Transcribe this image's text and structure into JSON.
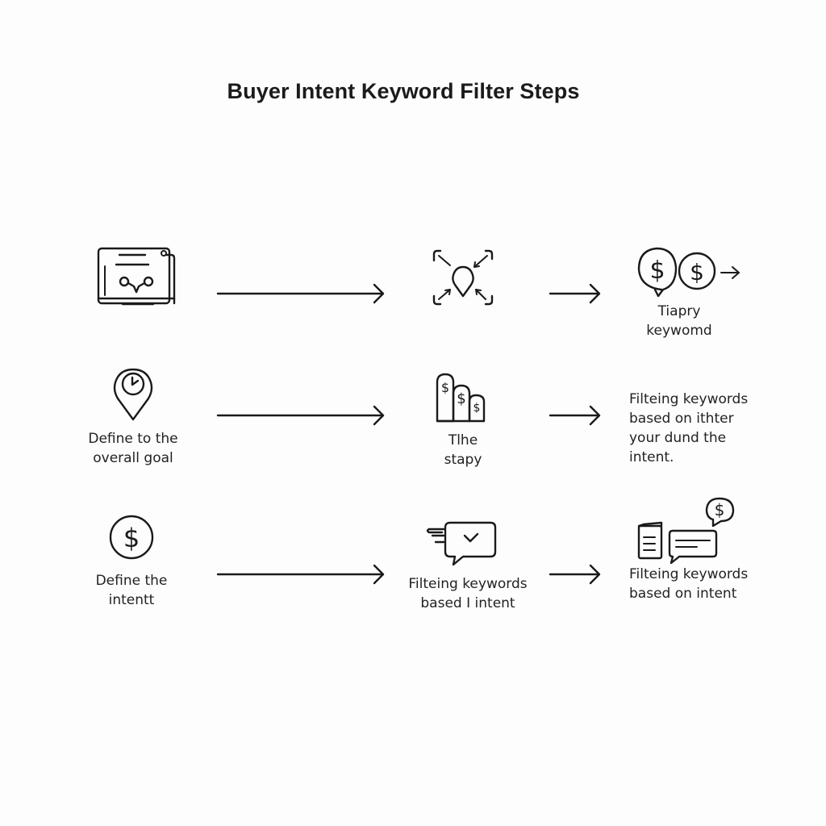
{
  "title": "Buyer Intent Keyword Filter Steps",
  "colors": {
    "background": "#fdfdfd",
    "stroke": "#1a1a1a",
    "text": "#222222"
  },
  "rows": [
    {
      "steps": [
        {
          "icon": "laptop-analytics-icon",
          "label": ""
        },
        {
          "icon": "focus-target-pin-icon",
          "label": ""
        },
        {
          "icon": "dollar-speech-bubbles-icon",
          "label": "Tiapry\nkeywomd"
        }
      ],
      "arrows": [
        "long-arrow",
        "short-arrow"
      ]
    },
    {
      "steps": [
        {
          "icon": "location-pin-check-icon",
          "label": "Define to the\noverall goal"
        },
        {
          "icon": "dollar-bars-icon",
          "label": "Tlhe\nstapy"
        },
        {
          "icon": "none",
          "label": "Filteing keywords\nbased on ithter\nyour dund the\nintent."
        }
      ],
      "arrows": [
        "long-arrow",
        "short-arrow"
      ]
    },
    {
      "steps": [
        {
          "icon": "dollar-circle-icon",
          "label": "Define the\nintentt"
        },
        {
          "icon": "chat-check-icon",
          "label": "Filteing keywords\nbased I intent"
        },
        {
          "icon": "document-chat-dollar-icon",
          "label": "Filteing keywords\nbased on intent"
        }
      ],
      "arrows": [
        "long-arrow",
        "short-arrow"
      ]
    }
  ],
  "glyphs": {
    "dollar": "$"
  }
}
